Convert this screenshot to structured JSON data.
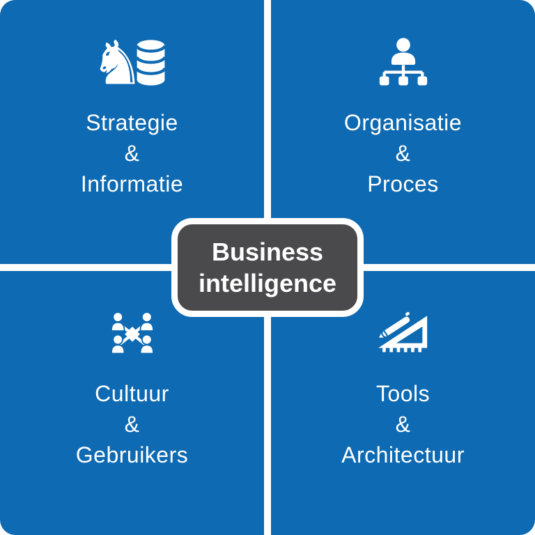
{
  "diagram": {
    "title": "Business intelligence quadrant diagram",
    "center": {
      "line1": "Business",
      "line2": "intelligence"
    },
    "quadrants": [
      {
        "name": "strategie-informatie",
        "icon": "chess-knight-and-database-icon",
        "line1": "Strategie",
        "connector": "&",
        "line2": "Informatie"
      },
      {
        "name": "organisatie-proces",
        "icon": "org-hierarchy-icon",
        "line1": "Organisatie",
        "connector": "&",
        "line2": "Proces"
      },
      {
        "name": "cultuur-gebruikers",
        "icon": "users-network-icon",
        "line1": "Cultuur",
        "connector": "&",
        "line2": "Gebruikers"
      },
      {
        "name": "tools-architectuur",
        "icon": "pen-and-set-square-icon",
        "line1": "Tools",
        "connector": "&",
        "line2": "Architectuur"
      }
    ],
    "colors": {
      "quadrant_blue": "#0E6AB2",
      "center_gray": "#4A4A4C",
      "text_white": "#FFFFFF",
      "background": "#FFFFFF"
    }
  }
}
